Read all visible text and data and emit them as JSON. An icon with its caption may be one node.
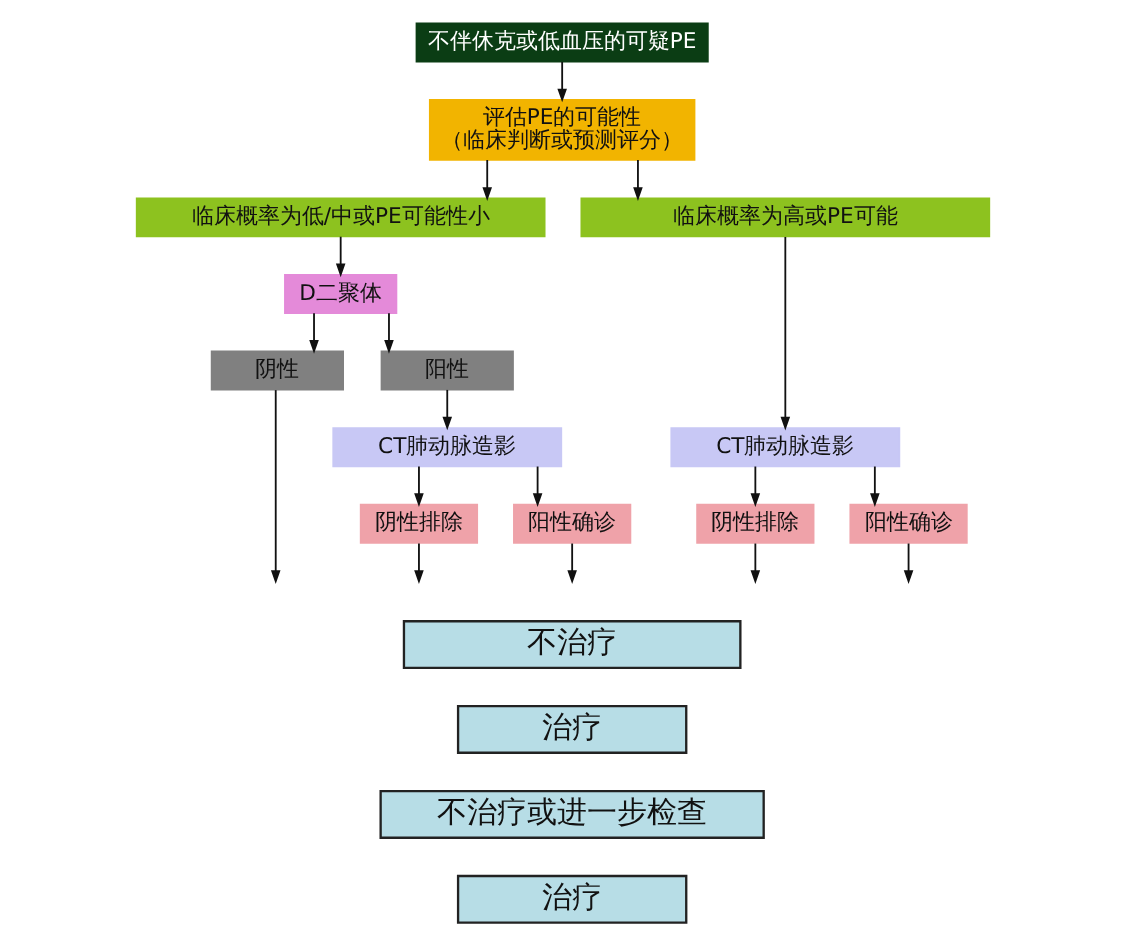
{
  "diagram": {
    "nodes": [
      {
        "text": [
          "不伴休克或低血压的可疑PE"
        ]
      },
      {
        "text": [
          "评估PE的可能性",
          "（临床判断或预测评分）"
        ]
      },
      {
        "text": [
          "临床概率为低/中或PE可能性小"
        ]
      },
      {
        "text": [
          "临床概率为高或PE可能"
        ]
      },
      {
        "text": [
          "D二聚体"
        ]
      },
      {
        "text": [
          "阴性"
        ]
      },
      {
        "text": [
          "阳性"
        ]
      },
      {
        "text": [
          "CT肺动脉造影"
        ]
      },
      {
        "text": [
          "CT肺动脉造影"
        ]
      },
      {
        "text": [
          "阴性排除"
        ]
      },
      {
        "text": [
          "阳性确诊"
        ]
      },
      {
        "text": [
          "阴性排除"
        ]
      },
      {
        "text": [
          "阳性确诊"
        ]
      },
      {
        "text": [
          "不治疗"
        ]
      },
      {
        "text": [
          "治疗"
        ]
      },
      {
        "text": [
          "不治疗或进一步检查"
        ]
      },
      {
        "text": [
          "治疗"
        ]
      }
    ],
    "edges": [
      {
        "from": 0,
        "to": 1,
        "arrow": "to"
      },
      {
        "from": 1,
        "to": 2,
        "arrow": "to"
      },
      {
        "from": 1,
        "to": 3,
        "arrow": "to"
      },
      {
        "from": 2,
        "to": 4,
        "arrow": "to"
      },
      {
        "from": 4,
        "to": 5,
        "arrow": "to"
      },
      {
        "from": 4,
        "to": 6,
        "arrow": "to"
      },
      {
        "from": 6,
        "to": 8,
        "arrow": "to"
      },
      {
        "from": 3,
        "to": 7,
        "arrow": "to"
      },
      {
        "from": 8,
        "to": 9,
        "arrow": "to"
      },
      {
        "from": 8,
        "to": 10,
        "arrow": "to"
      },
      {
        "from": 7,
        "to": 11,
        "arrow": "to"
      },
      {
        "from": 7,
        "to": 12,
        "arrow": "to"
      },
      {
        "from": 5,
        "to": null,
        "arrow": "to"
      },
      {
        "from": 9,
        "to": null,
        "arrow": "to"
      },
      {
        "from": 10,
        "to": null,
        "arrow": "to"
      },
      {
        "from": 11,
        "to": null,
        "arrow": "to"
      },
      {
        "from": 12,
        "to": null,
        "arrow": "to"
      }
    ]
  }
}
